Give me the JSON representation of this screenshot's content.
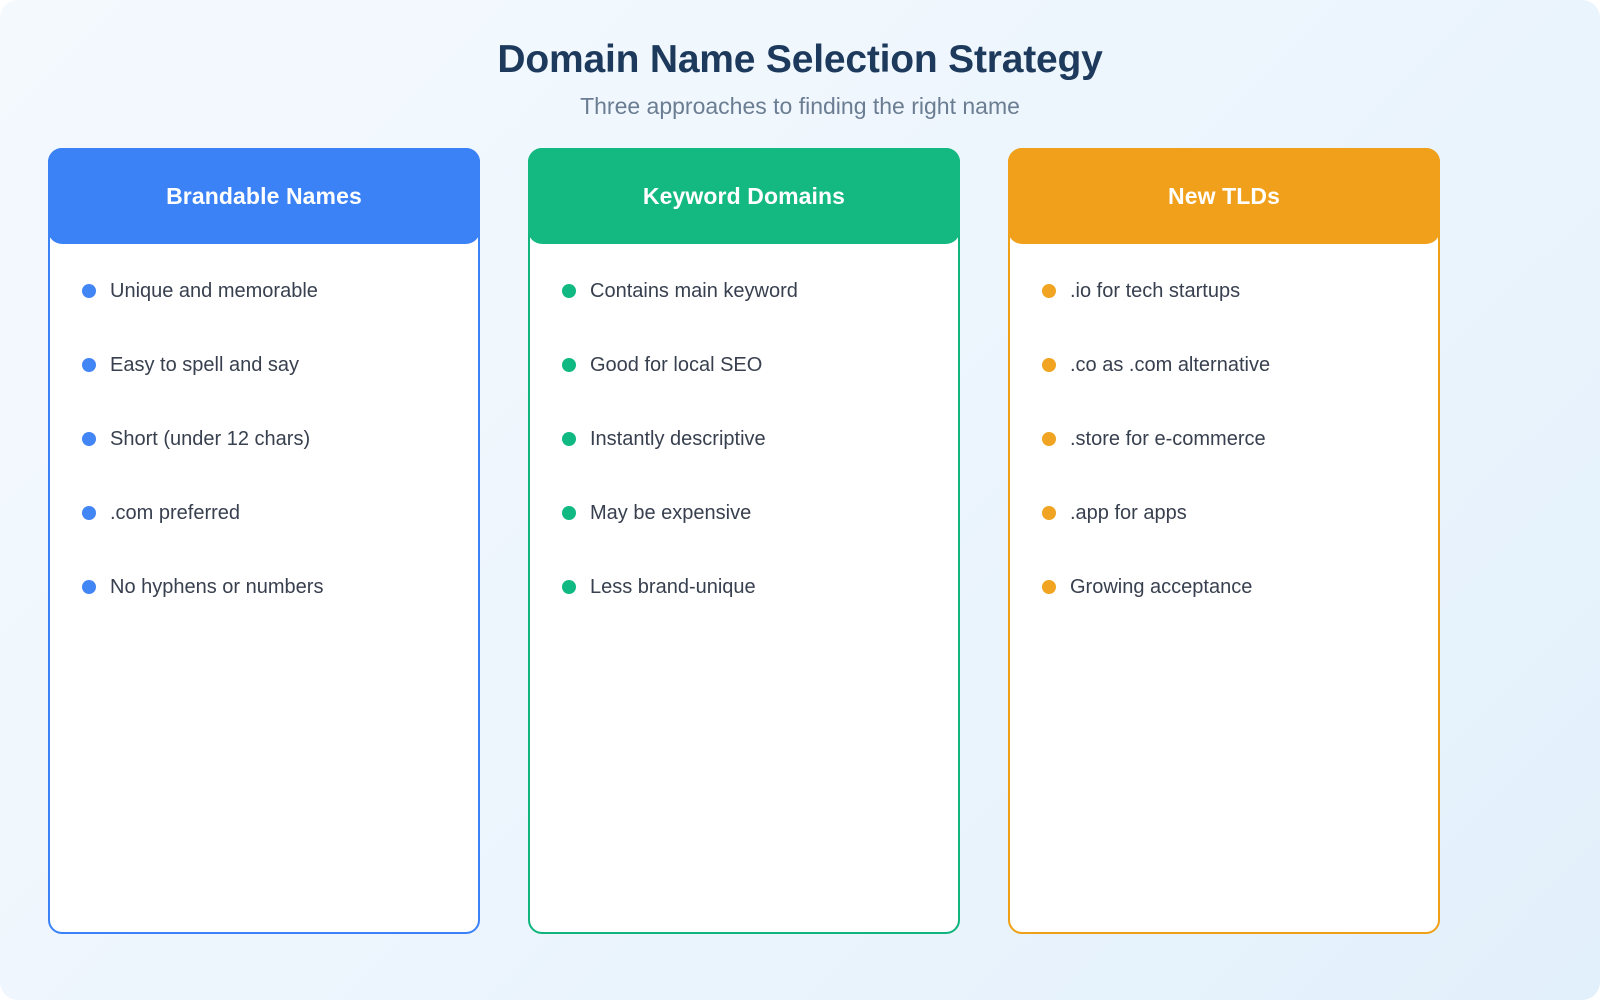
{
  "header": {
    "title": "Domain Name Selection Strategy",
    "subtitle": "Three approaches to finding the right name"
  },
  "theme": {
    "page_background_start": "#f4f9fe",
    "page_background_end": "#e2f0fb",
    "title_color": "#1d3a5c",
    "subtitle_color": "#6b7d92",
    "item_text_color": "#38404f"
  },
  "cards": [
    {
      "id": "brandable-names",
      "title": "Brandable Names",
      "accent_color": "#3b82f6",
      "bullet_color": "#4285f4",
      "items": [
        "Unique and memorable",
        "Easy to spell and say",
        "Short (under 12 chars)",
        ".com preferred",
        "No hyphens or numbers"
      ]
    },
    {
      "id": "keyword-domains",
      "title": "Keyword Domains",
      "accent_color": "#13b981",
      "bullet_color": "#10b981",
      "items": [
        "Contains main keyword",
        "Good for local SEO",
        "Instantly descriptive",
        "May be expensive",
        "Less brand-unique"
      ]
    },
    {
      "id": "new-tlds",
      "title": "New TLDs",
      "accent_color": "#f0a01a",
      "bullet_color": "#f0a422",
      "items": [
        ".io for tech startups",
        ".co as .com alternative",
        ".store for e-commerce",
        ".app for apps",
        "Growing acceptance"
      ]
    }
  ]
}
